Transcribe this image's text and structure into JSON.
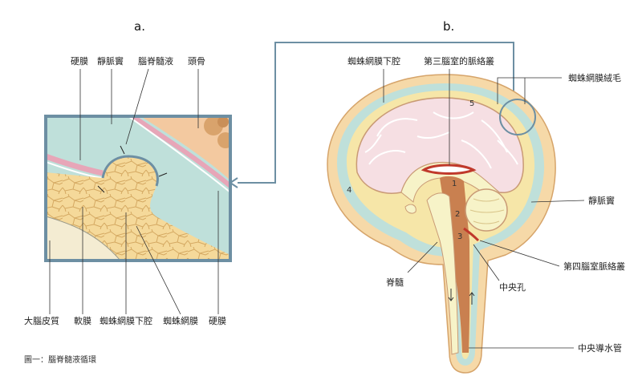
{
  "panel_a": {
    "heading": "a.",
    "labels": {
      "dura_top": "硬膜",
      "venous_sinus": "靜脈竇",
      "csf": "腦脊髓液",
      "skull": "頭骨",
      "cortex": "大腦皮質",
      "pia": "軟膜",
      "subarachnoid": "蜘蛛網膜下腔",
      "arachnoid": "蜘蛛網膜",
      "dura_bottom": "硬膜"
    }
  },
  "panel_b": {
    "heading": "b.",
    "labels": {
      "subarachnoid_space": "蜘蛛網膜下腔",
      "third_ventricle_plexus": "第三腦室的脈絡叢",
      "arachnoid_villi": "蜘蛛網膜絨毛",
      "venous_sinus": "靜脈竇",
      "fourth_ventricle_plexus": "第四腦室脈絡叢",
      "central_foramen": "中央孔",
      "spinal_cord": "脊髓",
      "central_canal": "中央導水管"
    },
    "ventricle_numbers": [
      "1",
      "2",
      "3",
      "4",
      "5"
    ]
  },
  "caption": "圖一：腦脊髓液循環",
  "colors": {
    "frame": "#6d8fa3",
    "csf": "#bfe0da",
    "cortex": "#f6dfe3",
    "dura_pink": "#e7a6b8",
    "skull": "#f3c9a0",
    "choroid": "#c98050",
    "cord": "#f7f3c8",
    "subarachnoid_fill": "#f6e6a8"
  }
}
